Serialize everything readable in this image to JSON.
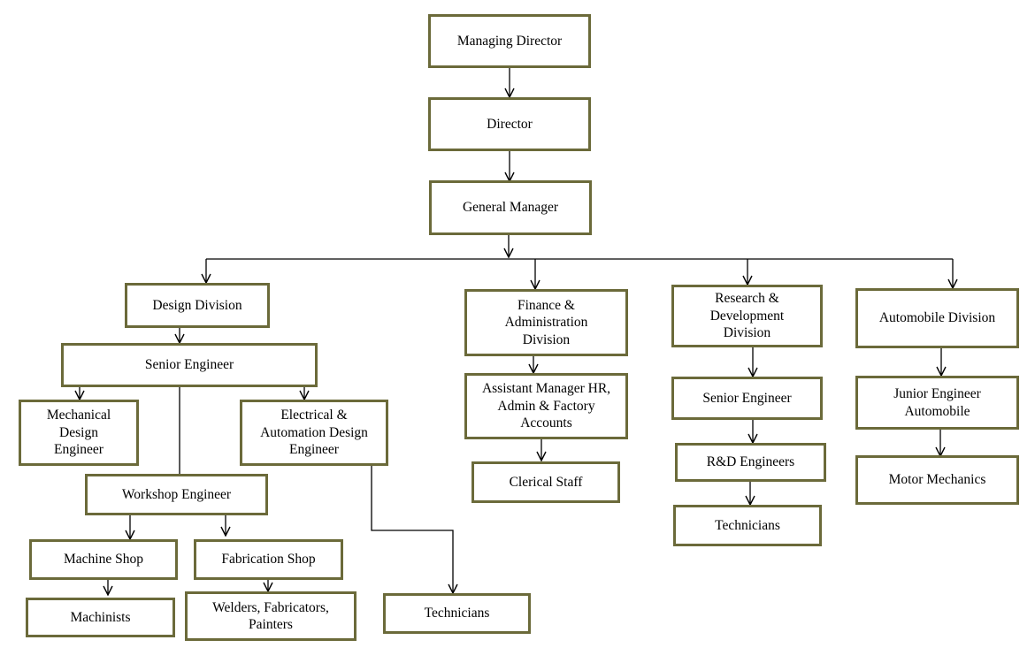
{
  "chart": {
    "border_color": "#6b6a3a",
    "nodes": {
      "managing_director": "Managing Director",
      "director": "Director",
      "general_manager": "General Manager",
      "design_division": "Design Division",
      "design_senior_engineer": "Senior Engineer",
      "mechanical_design_engineer": "Mechanical\nDesign\nEngineer",
      "electrical_automation_design_engineer": "Electrical &\nAutomation Design\nEngineer",
      "workshop_engineer": "Workshop Engineer",
      "machine_shop": "Machine Shop",
      "fabrication_shop": "Fabrication Shop",
      "machinists": "Machinists",
      "welders_fabricators_painters": "Welders, Fabricators,\nPainters",
      "design_technicians": "Technicians",
      "finance_administration_division": "Finance &\nAdministration\nDivision",
      "assistant_manager": "Assistant Manager HR,\nAdmin & Factory\nAccounts",
      "clerical_staff": "Clerical Staff",
      "research_development_division": "Research &\nDevelopment\nDivision",
      "rd_senior_engineer": "Senior Engineer",
      "rd_engineers": "R&D Engineers",
      "rd_technicians": "Technicians",
      "automobile_division": "Automobile Division",
      "junior_engineer_automobile": "Junior Engineer\nAutomobile",
      "motor_mechanics": "Motor Mechanics"
    }
  }
}
